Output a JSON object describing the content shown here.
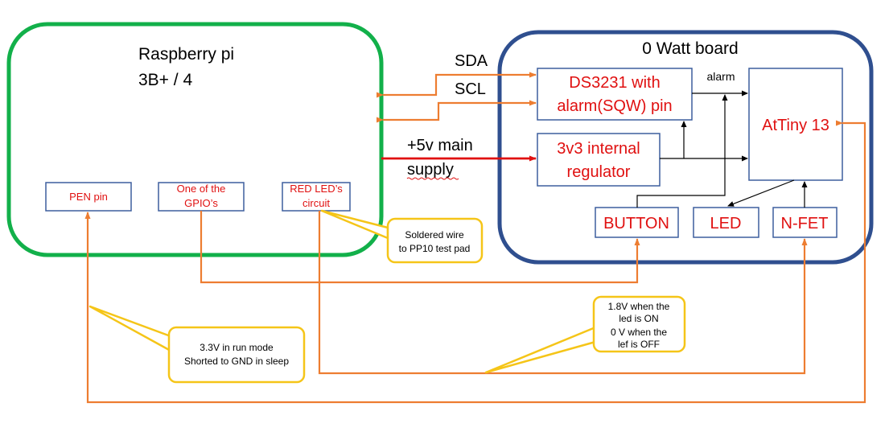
{
  "pi": {
    "title_line1": "Raspberry pi",
    "title_line2": "3B+ / 4",
    "pen_pin": "PEN pin",
    "gpio_line1": "One of the",
    "gpio_line2": "GPIO’s",
    "led_circuit_line1": "RED LED’s",
    "led_circuit_line2": "circuit"
  },
  "board": {
    "title": "0 Watt board",
    "ds3231_line1": "DS3231 with",
    "ds3231_line2": "alarm(SQW) pin",
    "regulator_line1": "3v3 internal",
    "regulator_line2": "regulator",
    "attiny": "AtTiny 13",
    "button": "BUTTON",
    "led": "LED",
    "nfet": "N-FET",
    "alarm_label": "alarm"
  },
  "links": {
    "sda": "SDA",
    "scl": "SCL",
    "supply_line1": "+5v main",
    "supply_line2": "supply"
  },
  "callouts": {
    "soldered_line1": "Soldered wire",
    "soldered_line2": "to PP10 test pad",
    "led_voltage_line1": "1.8V when the",
    "led_voltage_line2": "led is ON",
    "led_voltage_line3": "0 V when the",
    "led_voltage_line4": "lef is OFF",
    "pen_voltage_line1": "3.3V in run mode",
    "pen_voltage_line2": "Shorted to GND in sleep"
  },
  "colors": {
    "pi_border": "#12b04a",
    "board_border": "#2f4f8f",
    "box_border": "#3d5f9e",
    "orange_wire": "#ed7d31",
    "red_wire": "#e01010",
    "callout_border": "#f5c518",
    "red_text": "#e01010"
  }
}
